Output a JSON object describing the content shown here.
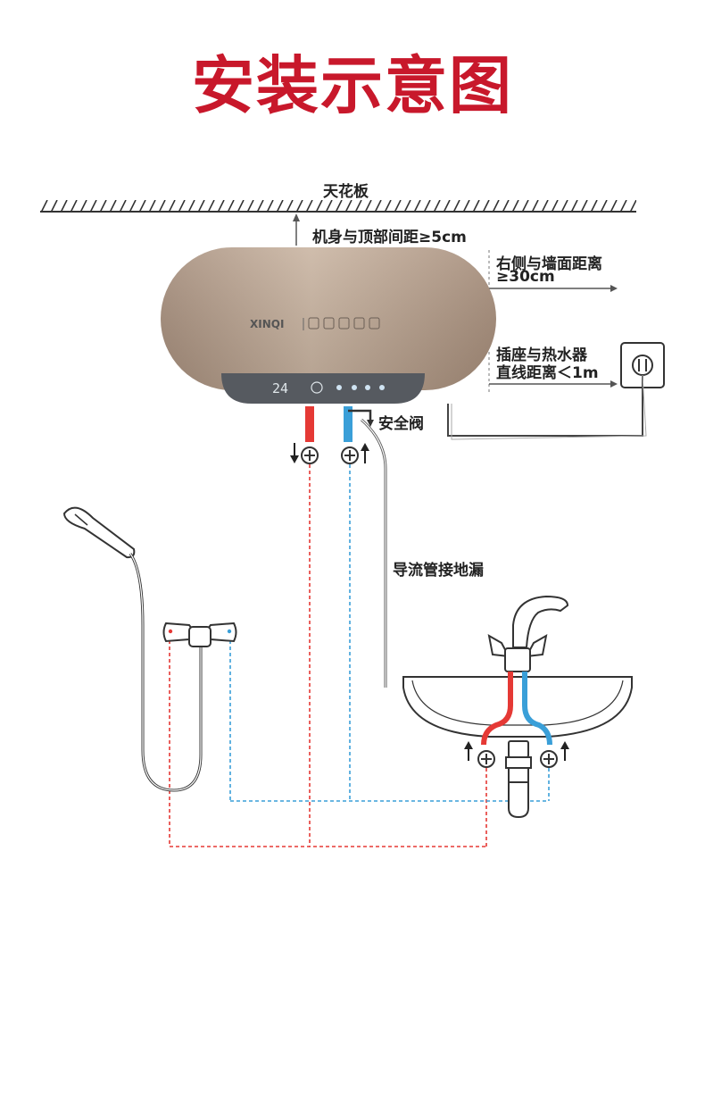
{
  "title": "安装示意图",
  "colors": {
    "title": "#c8182b",
    "hot": "#e53935",
    "cold": "#3a9fd8",
    "heater_body": "#b8a08a",
    "panel": "#55595f"
  },
  "labels": {
    "ceiling": "天花板",
    "top_gap": "机身与顶部间距≥5cm",
    "right_gap_line1": "右侧与墙面距离",
    "right_gap_line2": "≥30cm",
    "socket_line1": "插座与热水器",
    "socket_line2": "直线距离＜1m",
    "safety_valve": "安全阀",
    "drain": "导流管接地漏"
  },
  "heater": {
    "brand": "XINQI",
    "display_temp": "24"
  }
}
